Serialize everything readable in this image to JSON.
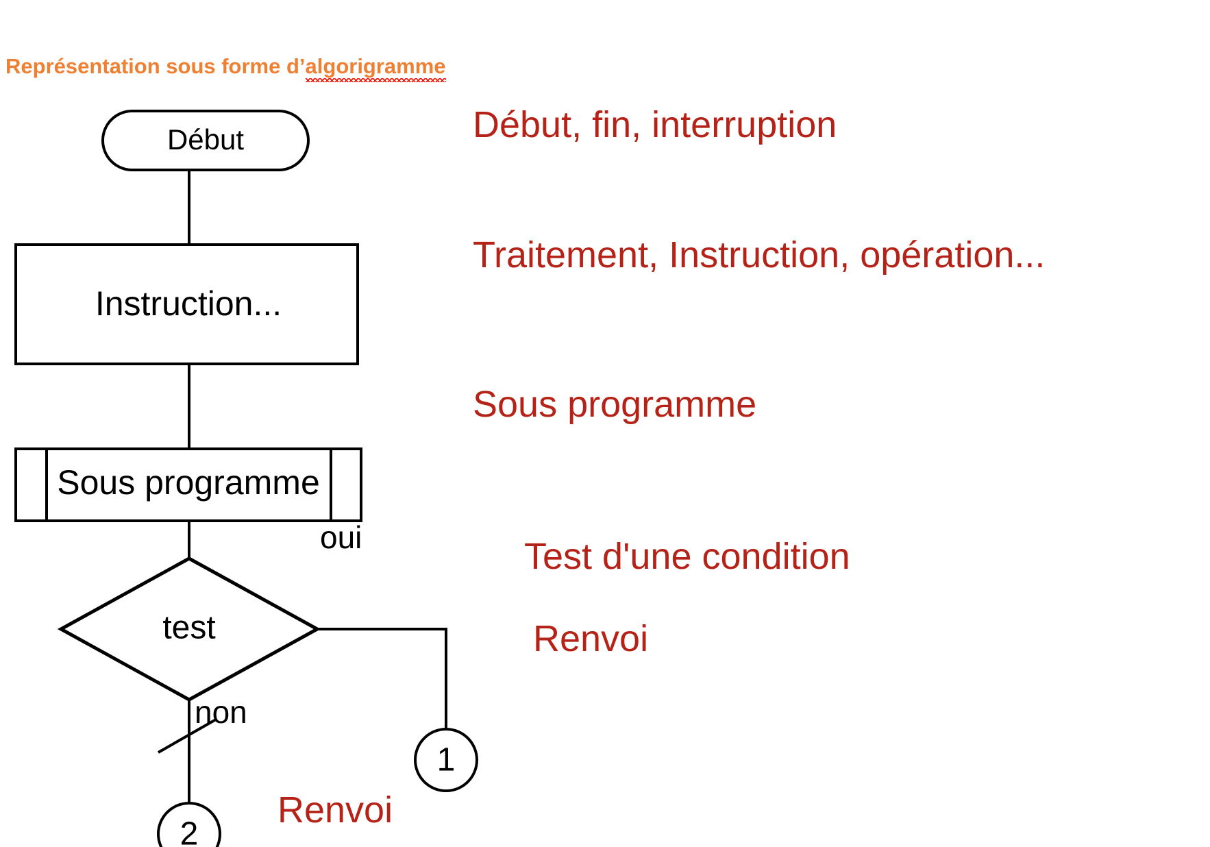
{
  "title": {
    "prefix": "Représentation sous forme d’",
    "misspelled_word": "algorigramme",
    "color": "#ee8033",
    "spellcheck_underline_color": "#f01d0d"
  },
  "palette": {
    "shape_stroke": "#000000",
    "shape_fill": "#ffffff",
    "legend_red": "#b52318",
    "title_orange": "#ee8033"
  },
  "flowchart": {
    "nodes": [
      {
        "id": "start",
        "shape": "stadium",
        "label": "Début"
      },
      {
        "id": "instruction",
        "shape": "rectangle",
        "label": "Instruction..."
      },
      {
        "id": "subprogram",
        "shape": "subroutine",
        "label": "Sous programme"
      },
      {
        "id": "test",
        "shape": "diamond",
        "label": "test"
      },
      {
        "id": "connector-1",
        "shape": "circle",
        "label": "1"
      },
      {
        "id": "connector-2",
        "shape": "circle",
        "label": "2"
      }
    ],
    "edge_labels": {
      "yes": "oui",
      "no": "non"
    }
  },
  "legend": {
    "items": [
      {
        "key": "terminal",
        "text": "Début, fin, interruption"
      },
      {
        "key": "process",
        "text": "Traitement, Instruction, opération..."
      },
      {
        "key": "subprogram",
        "text": "Sous programme"
      },
      {
        "key": "decision",
        "text": "Test d'une condition"
      },
      {
        "key": "connector1",
        "text": "Renvoi"
      },
      {
        "key": "connector2",
        "text": "Renvoi"
      }
    ]
  }
}
